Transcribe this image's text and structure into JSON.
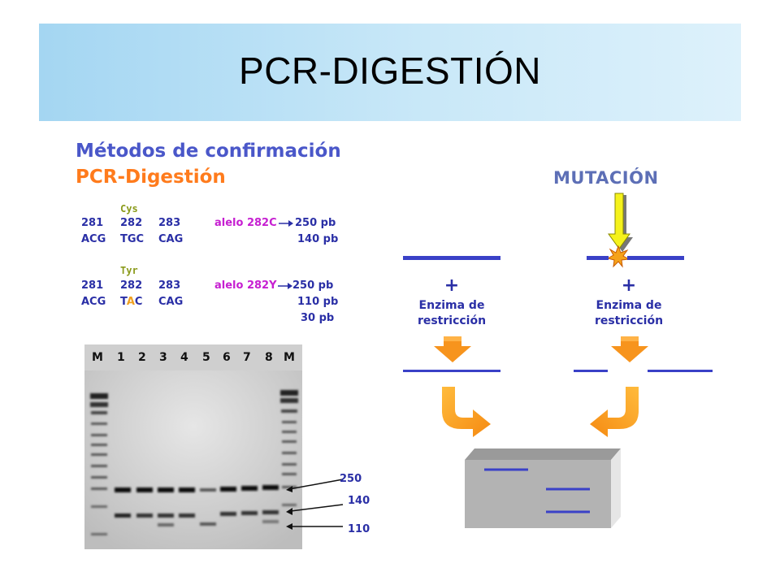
{
  "title": "PCR-DIGESTIÓN",
  "left_panel": {
    "heading": "Métodos de confirmación",
    "subheading": "PCR-Digestión",
    "block1": {
      "amino_acid": "Cys",
      "codons": [
        "281",
        "282",
        "283"
      ],
      "sequence": [
        "ACG",
        "TGC",
        "CAG"
      ],
      "allele": "alelo 282C",
      "fragments": [
        "250 pb",
        "140 pb"
      ]
    },
    "block2": {
      "amino_acid": "Tyr",
      "codons": [
        "281",
        "282",
        "283"
      ],
      "sequence_parts": {
        "s1": "ACG",
        "s2a": "T",
        "s2b": "A",
        "s2c": "C",
        "s3": "CAG"
      },
      "allele": "alelo 282Y",
      "fragments": [
        "250 pb",
        "110 pb",
        "30 pb"
      ]
    }
  },
  "gel": {
    "lanes": [
      "M",
      "1",
      "2",
      "3",
      "4",
      "5",
      "6",
      "7",
      "8",
      "M"
    ],
    "size_labels": [
      "250",
      "140",
      "110"
    ]
  },
  "right_panel": {
    "mutation_label": "MUTACIÓN",
    "plus": "+",
    "enzyme_label_line1": "Enzima de",
    "enzyme_label_line2": "restricción"
  },
  "colors": {
    "heading_blue": "#4a57c9",
    "heading_orange": "#ff7b1c",
    "dna_line": "#3a41c7",
    "arrow_orange": "#f9a21b",
    "allele_magenta": "#c61fd1",
    "mutation_yellow": "#f5f21c"
  }
}
